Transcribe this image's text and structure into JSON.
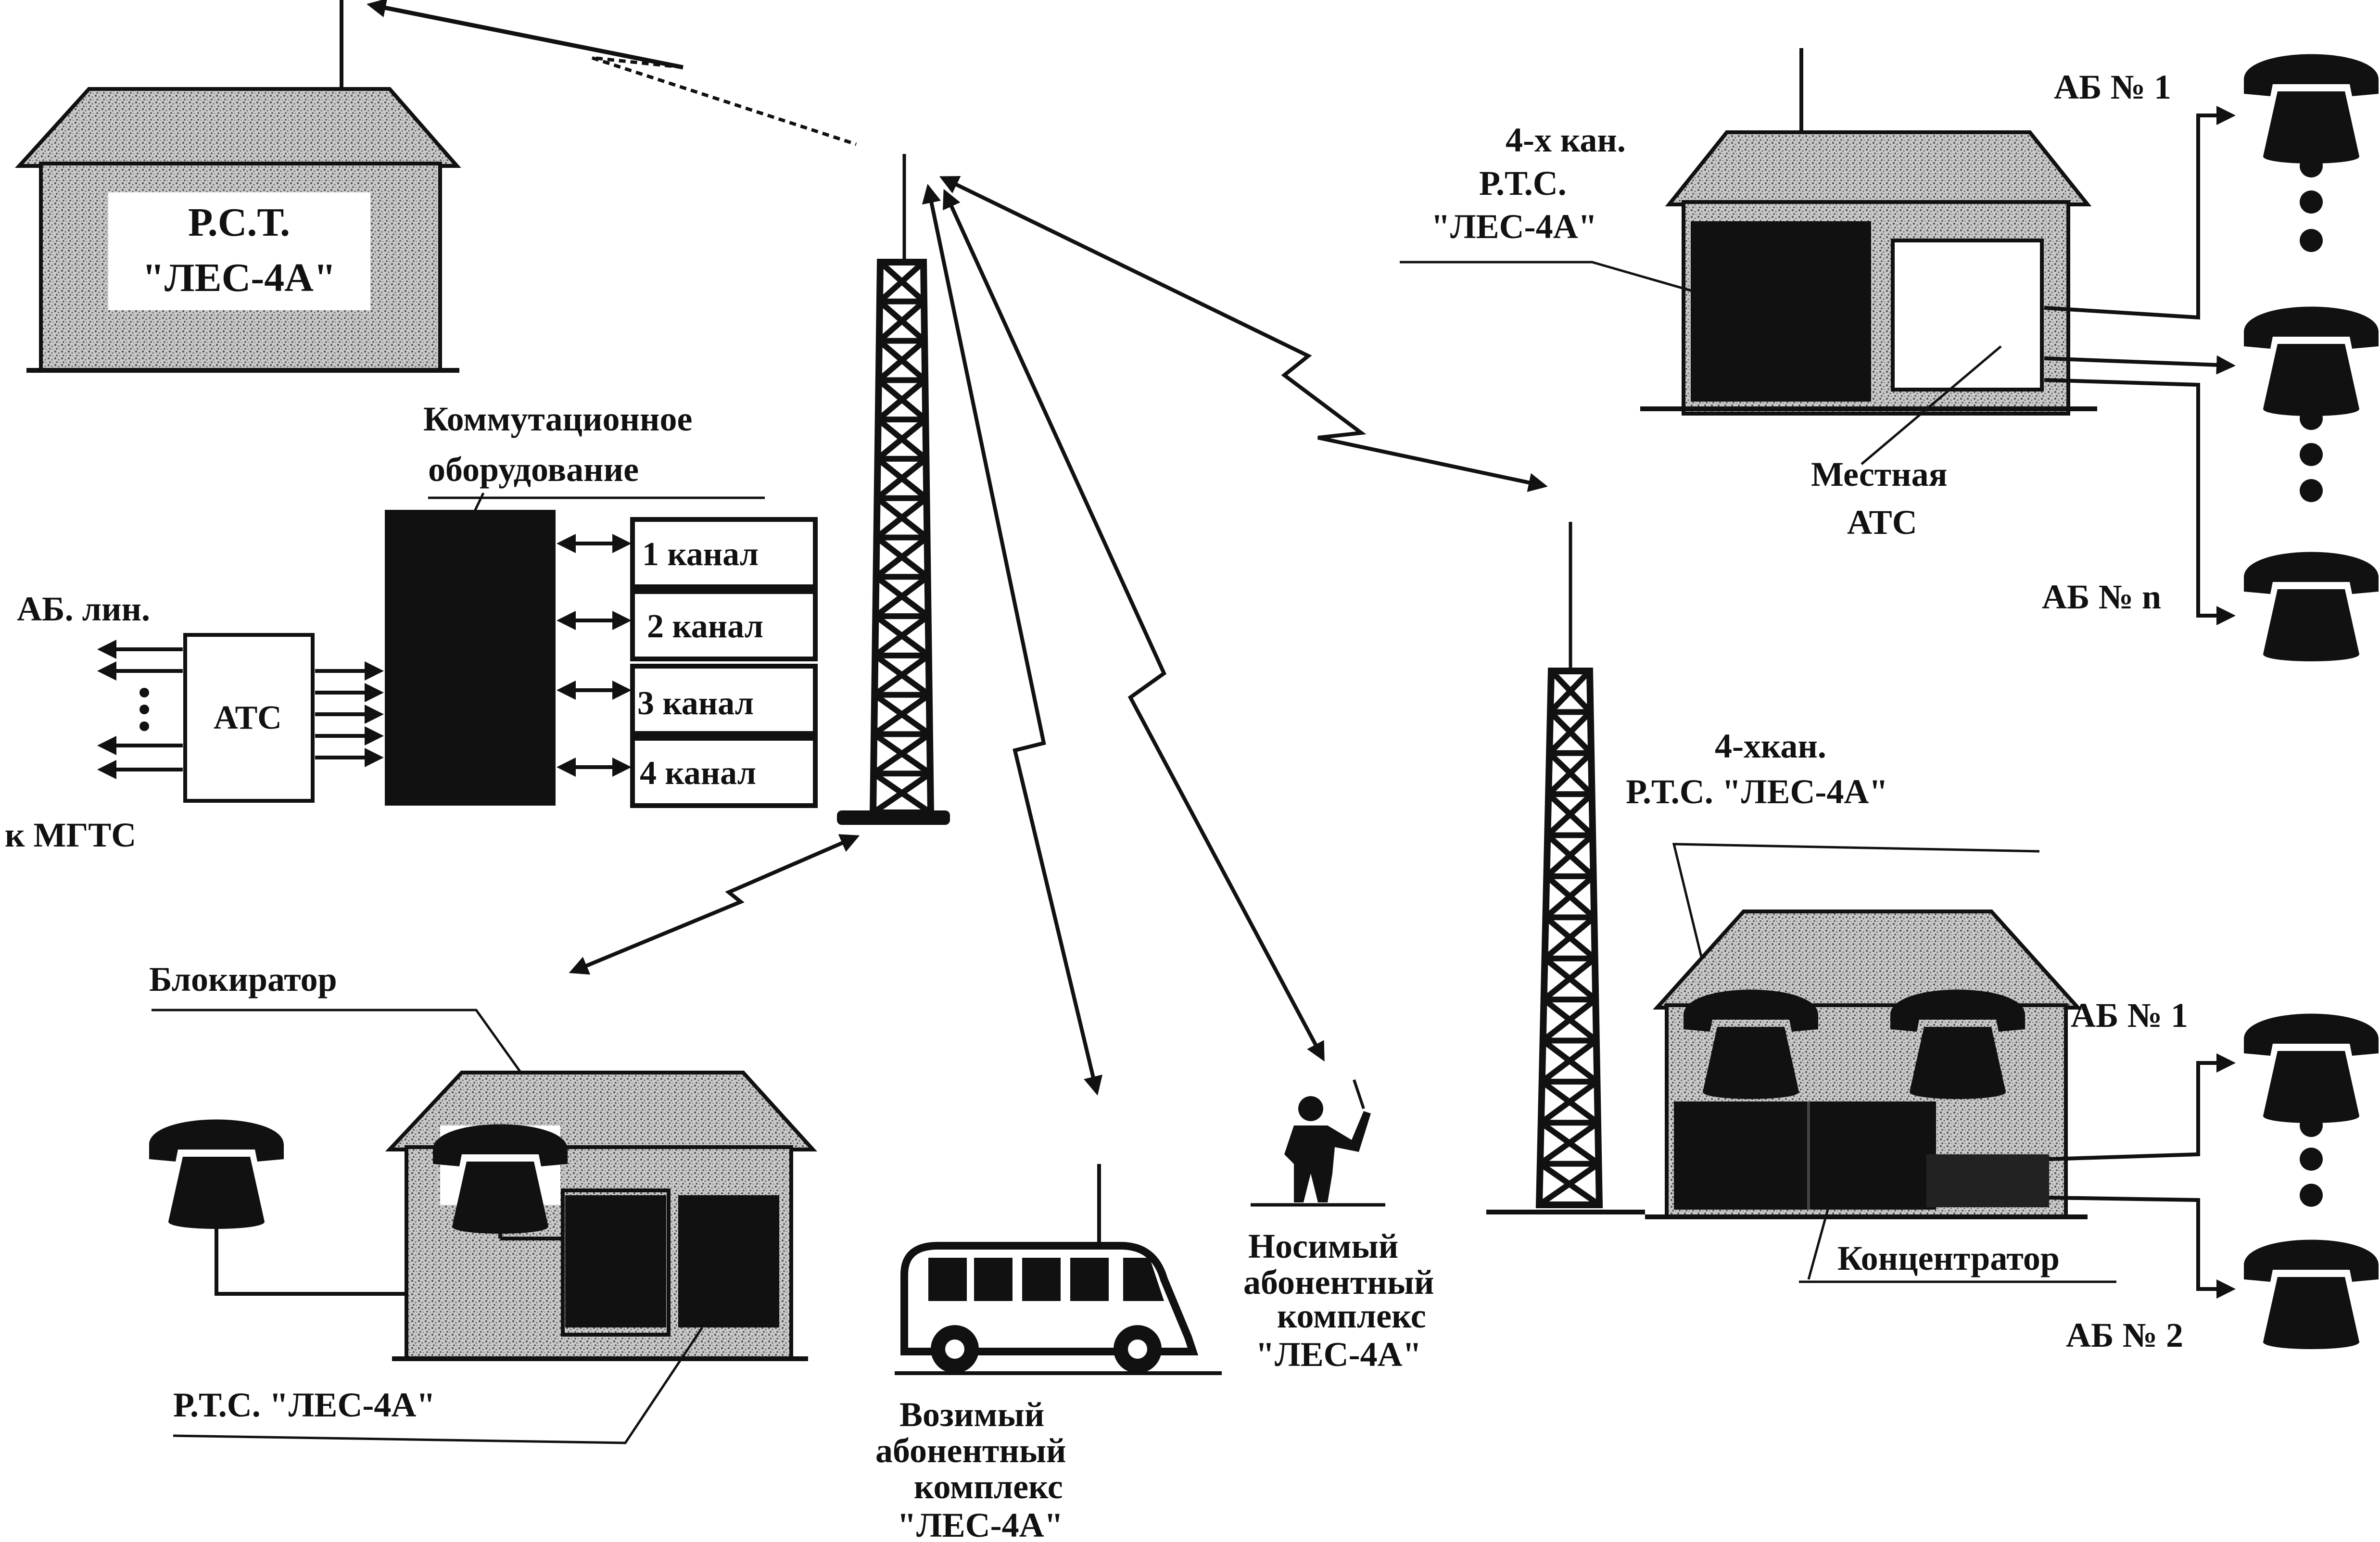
{
  "labels": {
    "central_station_l1": "Р.С.Т.",
    "central_station_l2": "\"ЛЕС-4А\"",
    "switching_l1": "Коммутационное",
    "switching_l2": "оборудование",
    "channel_1": "1 канал",
    "channel_2": "2 канал",
    "channel_3": "3 канал",
    "channel_4": "4 канал",
    "ab_lines": "АБ. лин.",
    "ats_small": "АТС",
    "to_mgts": "к  МГТС",
    "station_tr_l1": "4-х кан.",
    "station_tr_l2": "Р.Т.С.",
    "station_tr_l3": "\"ЛЕС-4А\"",
    "local_ats_l1": "Местная",
    "local_ats_l2": "АТС",
    "ab_1_top": "АБ № 1",
    "ab_n": "АБ № n",
    "station_br_l1": "4-хкан.",
    "station_br_l2": "Р.Т.С. \"ЛЕС-4А\"",
    "ab_1_bottom": "АБ № 1",
    "ab_2": "АБ № 2",
    "concentrator": "Концентратор",
    "blocker": "Блокиратор",
    "station_bl": "Р.Т.С. \"ЛЕС-4А\"",
    "vehicle_l1": "Возимый",
    "vehicle_l2": "абонентный",
    "vehicle_l3": "комплекс",
    "vehicle_l4": "\"ЛЕС-4А\"",
    "portable_l1": "Носимый",
    "portable_l2": "абонентный",
    "portable_l3": "комплекс",
    "portable_l4": "\"ЛЕС-4А\""
  },
  "colors": {
    "ink": "#111111",
    "stipple": "#9a9a9a",
    "paper": "#ffffff"
  }
}
